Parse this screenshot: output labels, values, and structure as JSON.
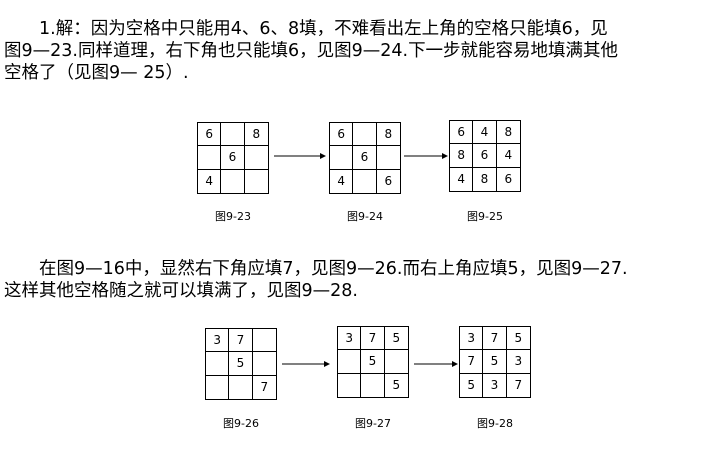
{
  "paragraph1": {
    "lines": [
      "　　1.解：因为空格中只能用4、6、8填，不难看出左上角的空格只能填6，见",
      "图9—23.同样道理，右下角也只能填6，见图9—24.下一步就能容易地填满其他",
      "空格了（见图9— 25）."
    ]
  },
  "paragraph2": {
    "lines": [
      "　　在图9—16中，显然右下角应填7，见图9—26.而右上角应填5，见图9—27.",
      "这样其他空格随之就可以填满了，见图9—28."
    ]
  },
  "figures": [
    {
      "caption": "图9-23",
      "cells": [
        "6",
        "",
        "8",
        "",
        "6",
        "",
        "4",
        "",
        ""
      ]
    },
    {
      "caption": "图9-24",
      "cells": [
        "6",
        "",
        "8",
        "",
        "6",
        "",
        "4",
        "",
        "6"
      ]
    },
    {
      "caption": "图9-25",
      "cells": [
        "6",
        "4",
        "8",
        "8",
        "6",
        "4",
        "4",
        "8",
        "6"
      ]
    },
    {
      "caption": "图9-26",
      "cells": [
        "3",
        "7",
        "",
        "",
        "5",
        "",
        "",
        "",
        "7"
      ]
    },
    {
      "caption": "图9-27",
      "cells": [
        "3",
        "7",
        "5",
        "",
        "5",
        "",
        "",
        "",
        "5"
      ]
    },
    {
      "caption": "图9-28",
      "cells": [
        "3",
        "7",
        "5",
        "7",
        "5",
        "3",
        "5",
        "3",
        "7"
      ]
    }
  ]
}
